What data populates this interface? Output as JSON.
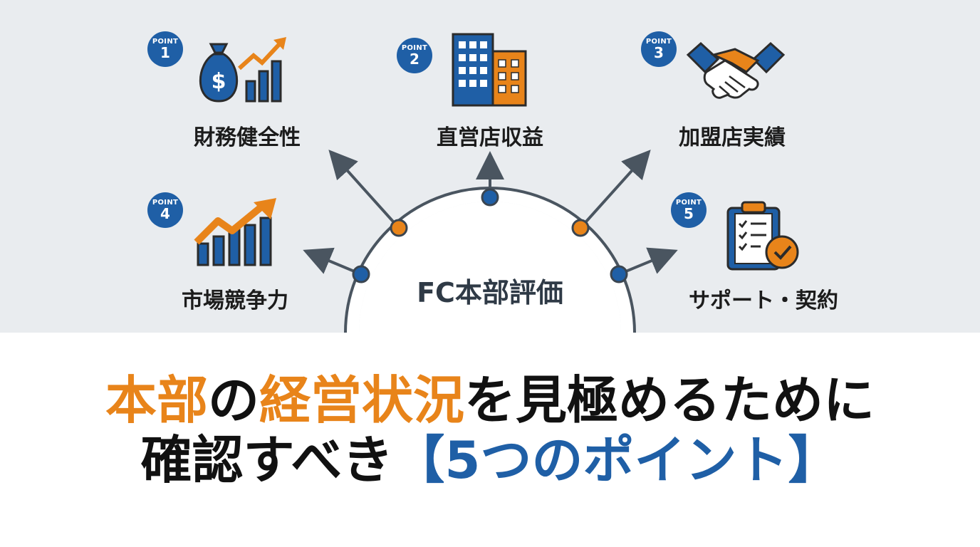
{
  "center": {
    "label": "FC本部評価"
  },
  "points": [
    {
      "badge_word": "POINT",
      "number": "1",
      "label": "財務健全性",
      "icon": "money-bag-growth-icon"
    },
    {
      "badge_word": "POINT",
      "number": "2",
      "label": "直営店収益",
      "icon": "buildings-icon"
    },
    {
      "badge_word": "POINT",
      "number": "3",
      "label": "加盟店実績",
      "icon": "handshake-icon"
    },
    {
      "badge_word": "POINT",
      "number": "4",
      "label": "市場競争力",
      "icon": "growth-chart-icon"
    },
    {
      "badge_word": "POINT",
      "number": "5",
      "label": "サポート・契約",
      "icon": "checklist-clipboard-icon"
    }
  ],
  "headline": {
    "line1": [
      {
        "text": "本部",
        "color": "#e8841a"
      },
      {
        "text": "の",
        "color": "#111111"
      },
      {
        "text": "経営状況",
        "color": "#e8841a"
      },
      {
        "text": "を見極めるために",
        "color": "#111111"
      }
    ],
    "line2": [
      {
        "text": "確認すべき",
        "color": "#111111"
      },
      {
        "text": "【5つのポイント】",
        "color": "#1f5fa6"
      }
    ]
  },
  "colors": {
    "blue": "#1f5fa6",
    "orange": "#e8841a",
    "arc": "#4a5560",
    "background": "#e9ecef"
  }
}
